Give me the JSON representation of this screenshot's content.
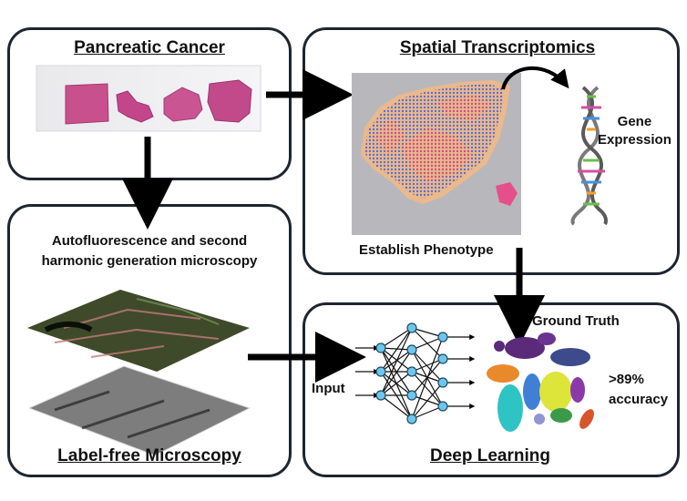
{
  "panels": {
    "pancreatic": {
      "title": "Pancreatic Cancer"
    },
    "spatial": {
      "title": "Spatial Transcriptomics",
      "gene_expression_line1": "Gene",
      "gene_expression_line2": "Expression",
      "phenotype": "Establish Phenotype"
    },
    "labelfree": {
      "title": "Label-free Microscopy",
      "desc_line1": "Autofluorescence and second",
      "desc_line2": "harmonic generation microscopy"
    },
    "deep": {
      "title": "Deep Learning",
      "ground_truth": "Ground Truth",
      "input": "Input",
      "accuracy_line1": ">89%",
      "accuracy_line2": "accuracy"
    }
  },
  "colors": {
    "border": "#1d2630",
    "tissue": "#c8508c",
    "arrow": "#000000"
  }
}
